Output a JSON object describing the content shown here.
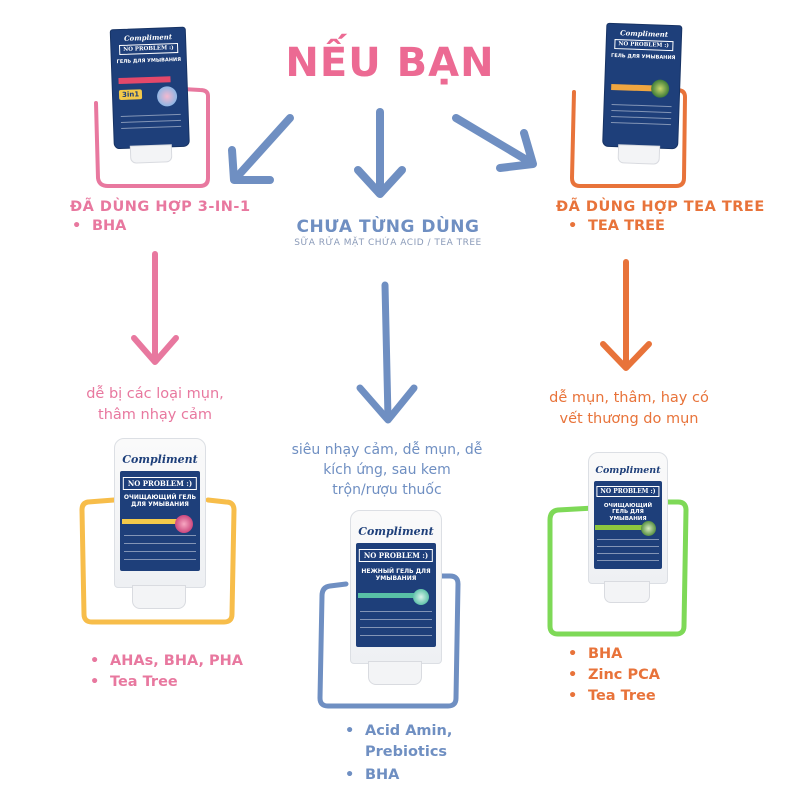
{
  "title": "NẾU BẠN",
  "center": {
    "heading": "CHƯA TỪNG DÙNG",
    "subheading": "SỮA RỬA MẶT CHỨA ACID / TEA TREE",
    "condition_lines": [
      "siêu nhạy cảm, dễ mụn, dễ",
      "kích ứng, sau kem",
      "trộn/rượu thuốc"
    ],
    "ingredients": [
      "Acid Amin, Prebiotics",
      "BHA"
    ]
  },
  "left": {
    "heading": "ĐÃ DÙNG HỢP 3-IN-1",
    "bullets": [
      "BHA"
    ],
    "condition_lines": [
      "dễ bị các loại mụn,",
      "thâm nhạy cảm"
    ],
    "ingredients": [
      "AHAs, BHA, PHA",
      "Tea Tree"
    ]
  },
  "right": {
    "heading": "ĐÃ DÙNG HỢP TEA TREE",
    "bullets": [
      "TEA TREE"
    ],
    "condition_lines": [
      "dễ mụn, thâm, hay có",
      "vết thương do mụn"
    ],
    "ingredients": [
      "BHA",
      "Zinc PCA",
      "Tea Tree"
    ]
  },
  "products": {
    "brand": "Compliment",
    "line": "NO PROBLEM :)",
    "top_left_name": "ГЕЛЬ ДЛЯ УМЫВАНИЯ",
    "top_left_badge": "3in1",
    "top_right_name": "ГЕЛЬ ДЛЯ УМЫВАНИЯ",
    "bottom_left_name": "ОЧИЩАЮЩИЙ ГЕЛЬ ДЛЯ УМЫВАНИЯ",
    "bottom_center_name": "НЕЖНЫЙ ГЕЛЬ ДЛЯ УМЫВАНИЯ",
    "bottom_right_name": "ОЧИЩАЮЩИЙ ГЕЛЬ ДЛЯ УМЫВАНИЯ"
  },
  "colors": {
    "pink": "#e8789f",
    "pink_title": "#ec6a93",
    "blue": "#6f8fc2",
    "orange": "#e8733a",
    "yellow": "#f7bd4a",
    "green": "#7ed957",
    "navy": "#1e3f7a"
  }
}
